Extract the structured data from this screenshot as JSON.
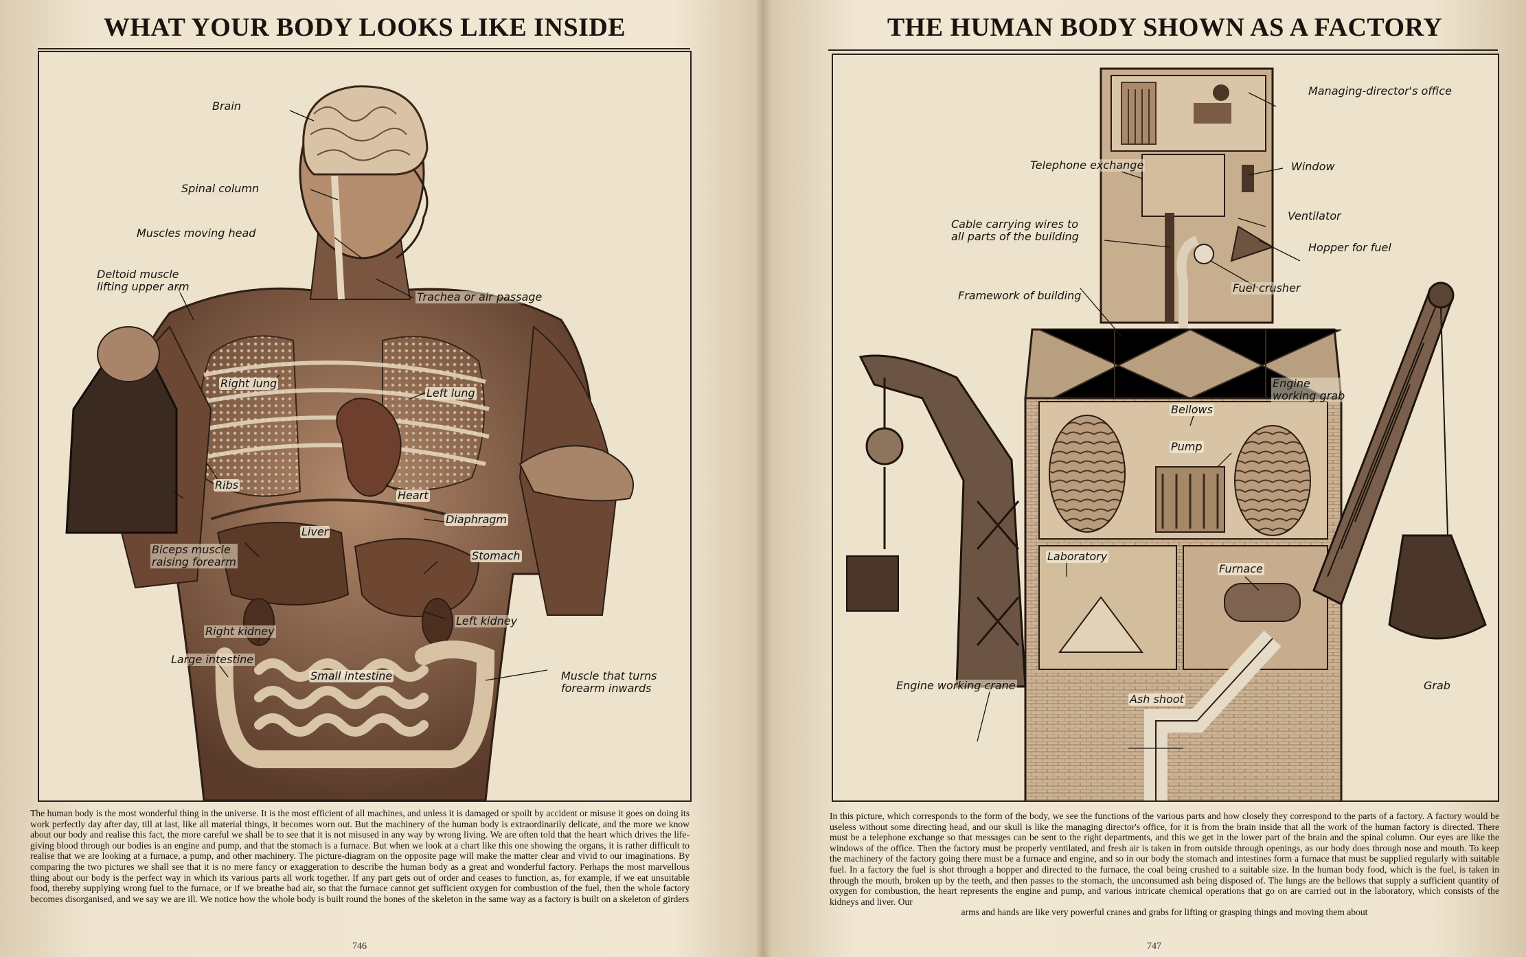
{
  "left_page": {
    "title": "WHAT YOUR BODY LOOKS LIKE INSIDE",
    "labels": {
      "brain": "Brain",
      "spinal_column": "Spinal column",
      "muscles_moving_head": "Muscles moving head",
      "deltoid": "Deltoid muscle\nlifting upper arm",
      "trachea": "Trachea or air passage",
      "right_lung": "Right lung",
      "left_lung": "Left lung",
      "ribs": "Ribs",
      "heart": "Heart",
      "diaphragm": "Diaphragm",
      "biceps": "Biceps muscle\nraising forearm",
      "liver": "Liver",
      "stomach": "Stomach",
      "left_kidney": "Left kidney",
      "right_kidney": "Right kidney",
      "large_intestine": "Large intestine",
      "small_intestine": "Small intestine",
      "muscle_forearm": "Muscle that turns\nforearm inwards"
    },
    "text": "The human body is the most wonderful thing in the universe.  It is the most efficient of all machines, and unless it is damaged or spoilt by accident or misuse it goes on doing its work perfectly day after day, till at last, like all material things, it becomes worn out. But the machinery of the human body is extraordinarily delicate, and the more we know about our body and realise this fact, the more careful we shall be to see that it is not misused in any way by wrong living.  We are often told that the heart which drives the life-giving blood through our bodies is an engine and pump, and that the stomach is a furnace.  But when we look at a chart like this one showing the organs, it is rather difficult to realise that we are looking at a furnace, a pump, and other machinery.  The picture-diagram on the opposite page will make the matter clear and vivid to our imaginations.  By comparing the two pictures we shall see that it is no mere fancy or exaggeration to describe the human body as a great and wonderful factory.  Perhaps the most marvellous thing about our body is the perfect way in which its various parts all work together.  If any part gets out of order and ceases to function, as, for example, if we eat unsuitable food, thereby supplying wrong fuel to the furnace, or if we breathe bad air, so that the furnace cannot get sufficient oxygen for combustion of the fuel, then the whole factory becomes disorganised, and we say we are ill.  We notice how the whole body is built round the bones of the skeleton in the same way as a factory is built on a skeleton of girders",
    "page_number": "746"
  },
  "right_page": {
    "title": "THE HUMAN BODY SHOWN AS A FACTORY",
    "labels": {
      "managing_director": "Managing-director's office",
      "telephone_exchange": "Telephone exchange",
      "window": "Window",
      "ventilator": "Ventilator",
      "cable": "Cable carrying wires to\nall parts of the building",
      "hopper": "Hopper for fuel",
      "fuel_crusher": "Fuel crusher",
      "framework": "Framework of building",
      "engine_grab": "Engine\nworking grab",
      "bellows": "Bellows",
      "pump": "Pump",
      "laboratory": "Laboratory",
      "furnace": "Furnace",
      "engine_crane": "Engine working crane",
      "grab": "Grab",
      "ash_shoot": "Ash shoot"
    },
    "text": "In this picture, which corresponds to the form of the body, we see the functions of the various parts and how closely they correspond to the parts of a factory.  A factory would be useless without some directing head, and our skull is like the managing director's office, for it is from the brain inside that all the work of the human factory is directed.  There must be a telephone exchange so that messages can be sent to the right departments, and this we get in the lower part of the brain and the spinal column.  Our eyes are like the windows of the office.  Then the factory must be properly ventilated, and fresh air is taken in from outside through openings, as our body does through nose and mouth.  To keep the machinery of the factory going there must be a furnace and engine, and so in our body the stomach and intestines form a furnace that must be supplied regularly with suitable fuel.  In a factory the fuel is shot through a hopper and directed to the furnace, the coal being crushed to a suitable size.  In the human body food, which is the fuel, is taken in through the mouth, broken up by the teeth, and then passes to the stomach, the unconsumed ash being disposed of.  The lungs are the bellows that supply a sufficient quantity of oxygen for combustion, the heart represents the engine and pump, and various intricate chemical operations that go on are carried out in the laboratory, which consists of the kidneys and liver.  Our",
    "text_last": "arms and hands are like very powerful cranes and grabs for lifting or grasping things and moving them about",
    "page_number": "747"
  },
  "colors": {
    "paper": "#efe4cf",
    "ink": "#1d1712",
    "sepia_dark": "#4a3526",
    "sepia_mid": "#8a6a52",
    "sepia_light": "#c9b08f"
  }
}
